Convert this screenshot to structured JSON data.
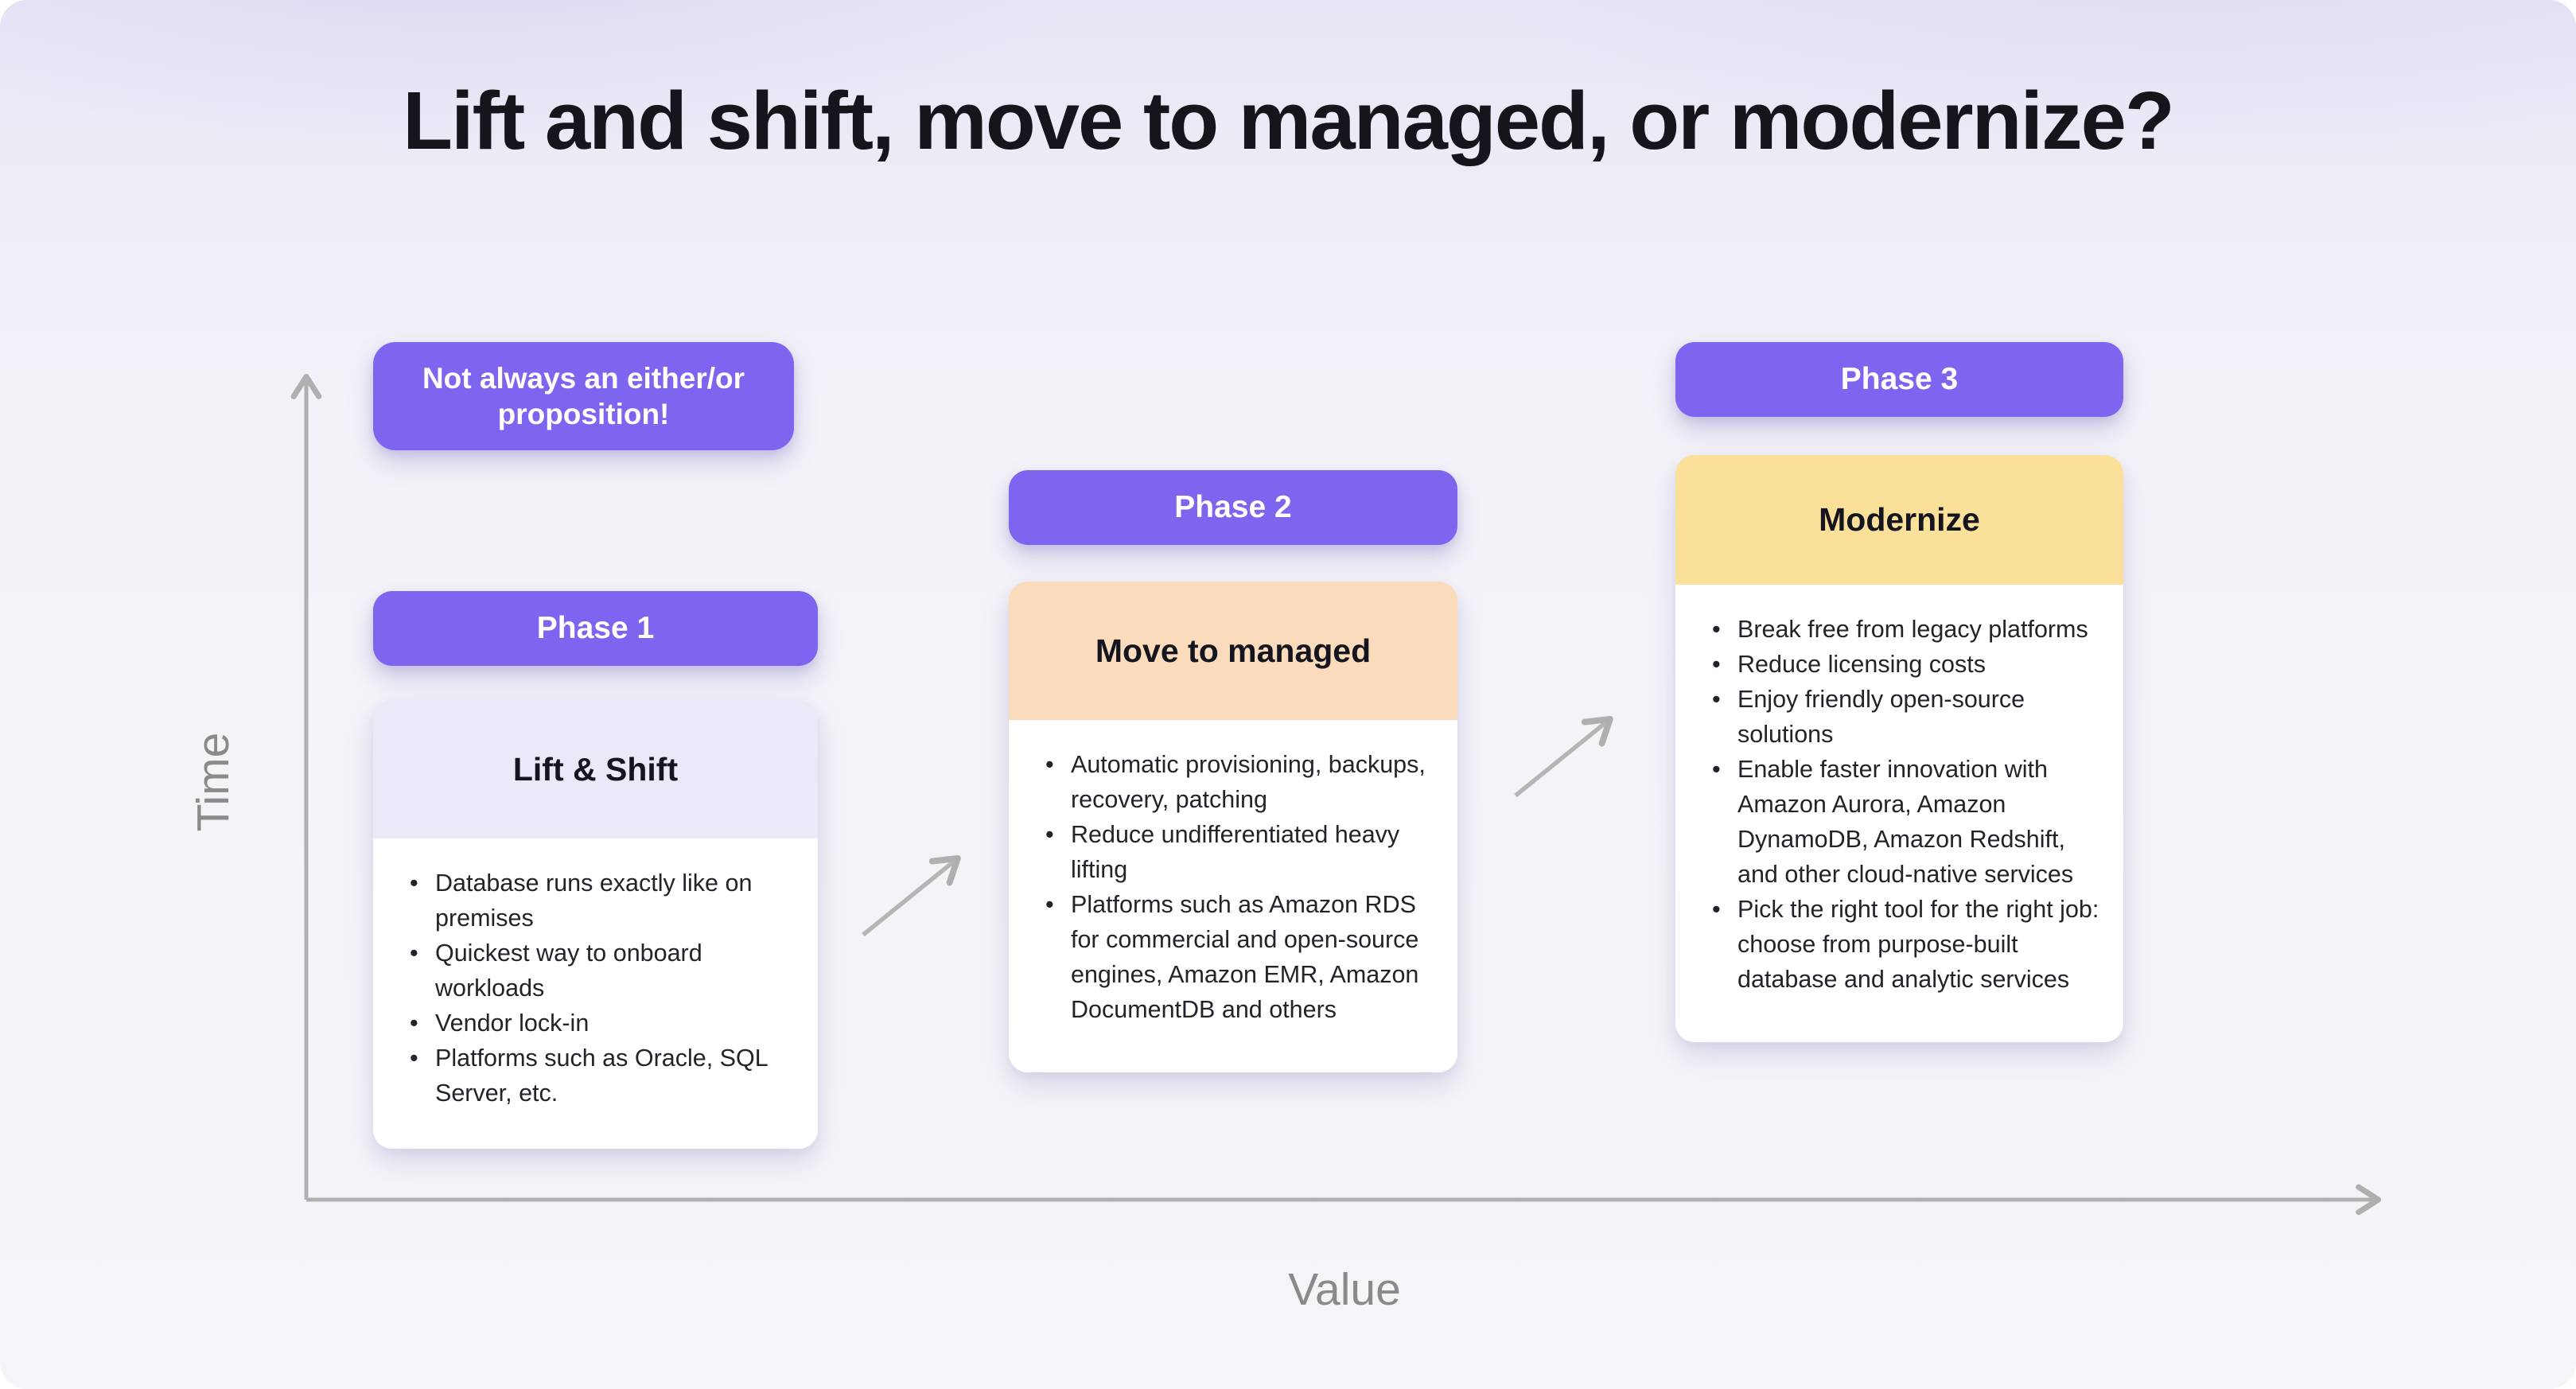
{
  "title": "Lift and shift, move to managed, or modernize?",
  "annotation": "Not always an either/or proposition!",
  "axes": {
    "y_label": "Time",
    "x_label": "Value"
  },
  "phases": [
    {
      "badge": "Phase 1",
      "card_title": "Lift & Shift",
      "bullets": [
        "Database runs exactly like on premises",
        "Quickest way to onboard workloads",
        "Vendor lock-in",
        "Platforms such as Oracle, SQL Server, etc."
      ]
    },
    {
      "badge": "Phase 2",
      "card_title": "Move to managed",
      "bullets": [
        "Automatic provisioning, backups, recovery, patching",
        "Reduce undifferentiated heavy lifting",
        "Platforms such as Amazon RDS for commercial and open-source engines, Amazon EMR, Amazon DocumentDB and others"
      ]
    },
    {
      "badge": "Phase 3",
      "card_title": "Modernize",
      "bullets": [
        "Break free from legacy platforms",
        "Reduce licensing costs",
        "Enjoy friendly open-source solutions",
        "Enable faster innovation with Amazon Aurora, Amazon DynamoDB, Amazon Redshift, and other cloud-native services",
        "Pick the right tool for the right job: choose from purpose-built database and analytic services"
      ]
    }
  ],
  "colors": {
    "accent_purple": "#7e64ef",
    "peach": "#fadcbd",
    "yellow": "#fbe099",
    "lavender": "#ece8f8",
    "axis_gray": "#afafaf",
    "label_gray": "#8a8a8a",
    "text_dark": "#23232b"
  }
}
